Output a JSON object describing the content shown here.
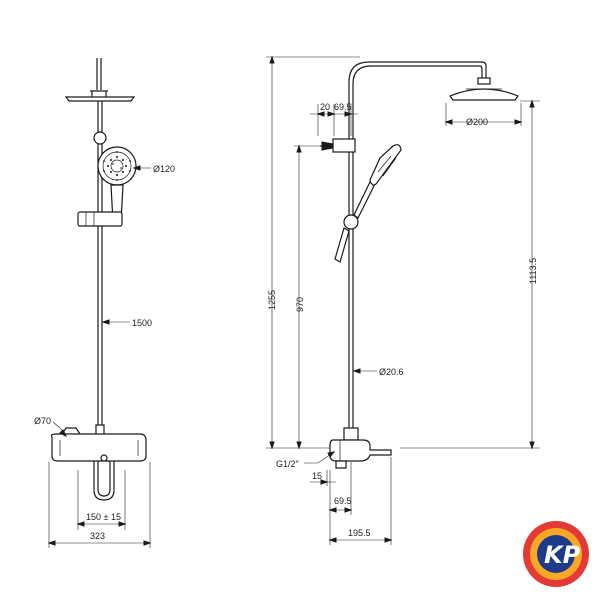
{
  "drawing": {
    "front_view": {
      "diameter_head": "Ø120",
      "bar_height": "1500",
      "diameter_knob": "Ø70",
      "outlet_spacing": "150 ± 15",
      "width": "323"
    },
    "side_view": {
      "offset_a": "20",
      "offset_b": "69.5",
      "rain_head_diameter": "Ø200",
      "total_height": "1255",
      "slide_height": "970",
      "outlet_height": "1113.5",
      "pipe_diameter": "Ø20.6",
      "thread": "G1/2\"",
      "base_offset": "15",
      "base_depth": "69.5",
      "projection": "195.5"
    }
  },
  "logo": {
    "text": "KP",
    "colors": {
      "outer": "#e53935",
      "ring": "#f9a825",
      "center": "#1e3a8a"
    }
  }
}
